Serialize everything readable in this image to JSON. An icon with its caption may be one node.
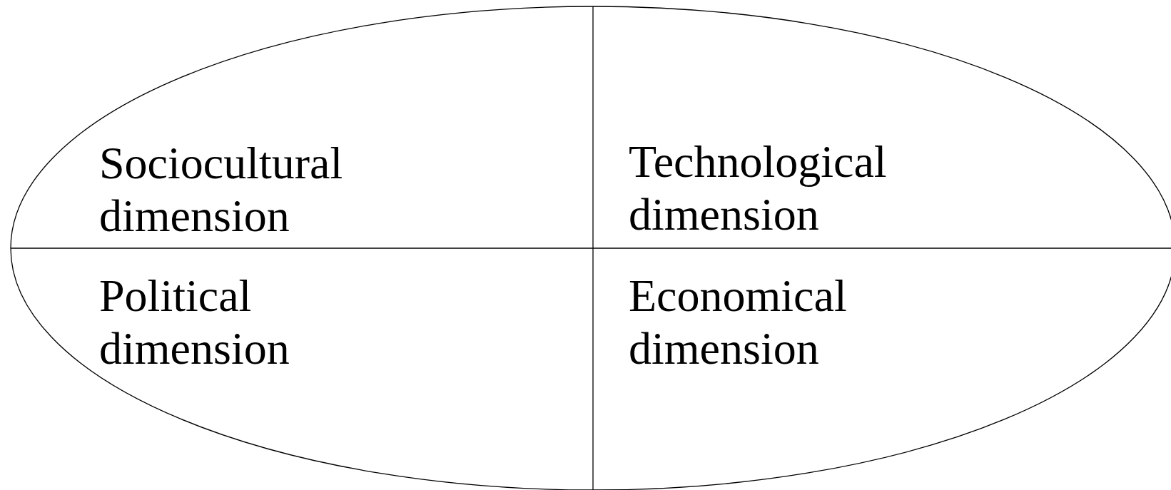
{
  "diagram": {
    "nodes": [
      {
        "text": [],
        "shape": "ellipse"
      },
      {
        "text": [
          "Sociocultural dimension"
        ],
        "in": 0
      },
      {
        "text": [
          "Technological dimension"
        ],
        "in": 0
      },
      {
        "text": [
          "Political dimension"
        ],
        "in": 0
      },
      {
        "text": [
          "Economical dimension"
        ],
        "in": 0
      }
    ]
  }
}
